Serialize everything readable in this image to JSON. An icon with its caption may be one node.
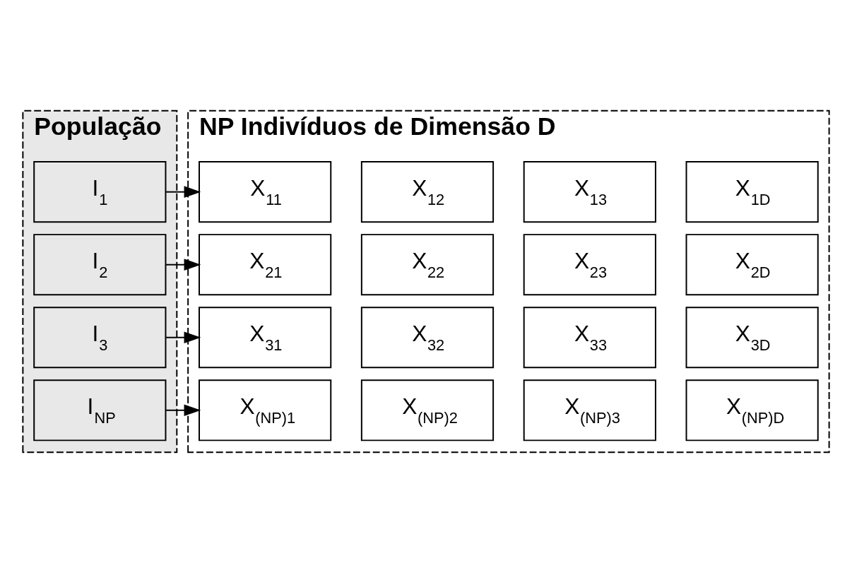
{
  "diagram": {
    "nodes": [
      {
        "text": [
          "População"
        ]
      },
      {
        "text": [
          "I$_{1}$"
        ],
        "in": 0
      },
      {
        "text": [
          "I$_{2}$"
        ],
        "in": 0
      },
      {
        "text": [
          "I$_{3}$"
        ],
        "in": 0
      },
      {
        "text": [
          "I$_{NP}$"
        ],
        "in": 0
      },
      {
        "text": [
          "NP Indivíduos de Dimensão D"
        ]
      },
      {
        "text": [
          "X$_{11}$"
        ],
        "in": 5
      },
      {
        "text": [
          "X$_{12}$"
        ],
        "in": 5
      },
      {
        "text": [
          "X$_{13}$"
        ],
        "in": 5
      },
      {
        "text": [
          "X$_{1D}$"
        ],
        "in": 5
      },
      {
        "text": [
          "X$_{21}$"
        ],
        "in": 5
      },
      {
        "text": [
          "X$_{22}$"
        ],
        "in": 5
      },
      {
        "text": [
          "X$_{23}$"
        ],
        "in": 5
      },
      {
        "text": [
          "X$_{2D}$"
        ],
        "in": 5
      },
      {
        "text": [
          "X$_{31}$"
        ],
        "in": 5
      },
      {
        "text": [
          "X$_{32}$"
        ],
        "in": 5
      },
      {
        "text": [
          "X$_{33}$"
        ],
        "in": 5
      },
      {
        "text": [
          "X$_{3D}$"
        ],
        "in": 5
      },
      {
        "text": [
          "X$_{(NP)1}$"
        ],
        "in": 5
      },
      {
        "text": [
          "X$_{(NP)2}$"
        ],
        "in": 5
      },
      {
        "text": [
          "X$_{(NP)3}$"
        ],
        "in": 5
      },
      {
        "text": [
          "X$_{(NP)D}$"
        ],
        "in": 5
      }
    ],
    "edges": [
      {
        "from": 1,
        "to": 6,
        "arrow": "to"
      },
      {
        "from": 2,
        "to": 10,
        "arrow": "to"
      },
      {
        "from": 3,
        "to": 14,
        "arrow": "to"
      },
      {
        "from": 4,
        "to": 18,
        "arrow": "to"
      }
    ]
  }
}
